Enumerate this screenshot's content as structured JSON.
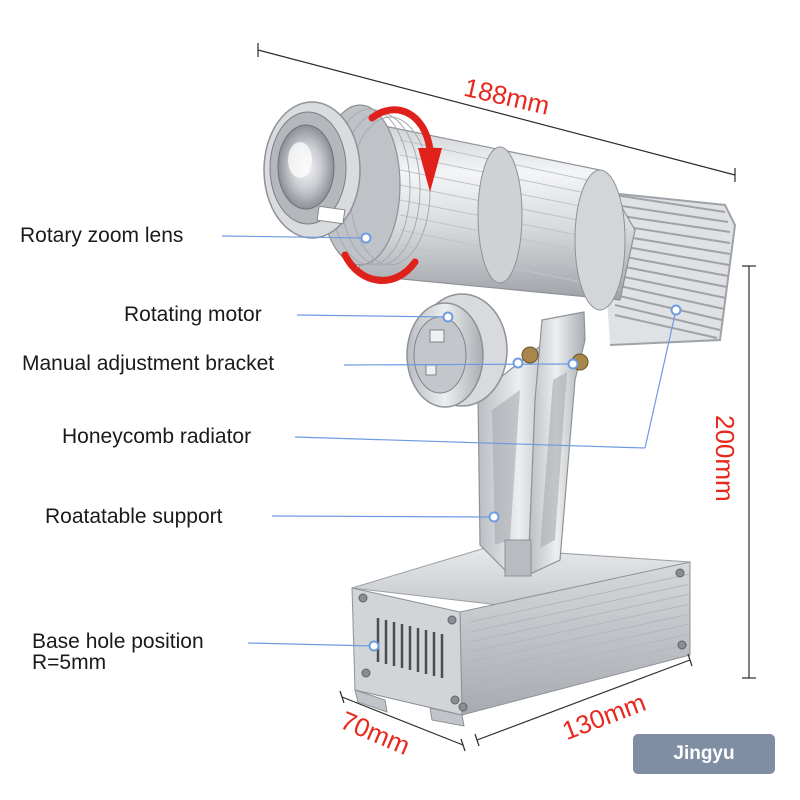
{
  "labels": {
    "rotary_zoom_lens": "Rotary zoom lens",
    "rotating_motor": "Rotating motor",
    "manual_adjustment_bracket": "Manual adjustment bracket",
    "honeycomb_radiator": "Honeycomb radiator",
    "rotatable_support": "Roatatable support",
    "base_hole_position": "Base hole position",
    "base_hole_radius": "R=5mm"
  },
  "dimensions": {
    "length": "188mm",
    "height": "200mm",
    "base_width": "70mm",
    "base_length": "130mm"
  },
  "brand": "Jingyu",
  "colors": {
    "dimension_text": "#e8281e",
    "leader_line": "#6f9be0",
    "rotation_arrow": "#e0211b",
    "badge": "#7f8ea3"
  }
}
